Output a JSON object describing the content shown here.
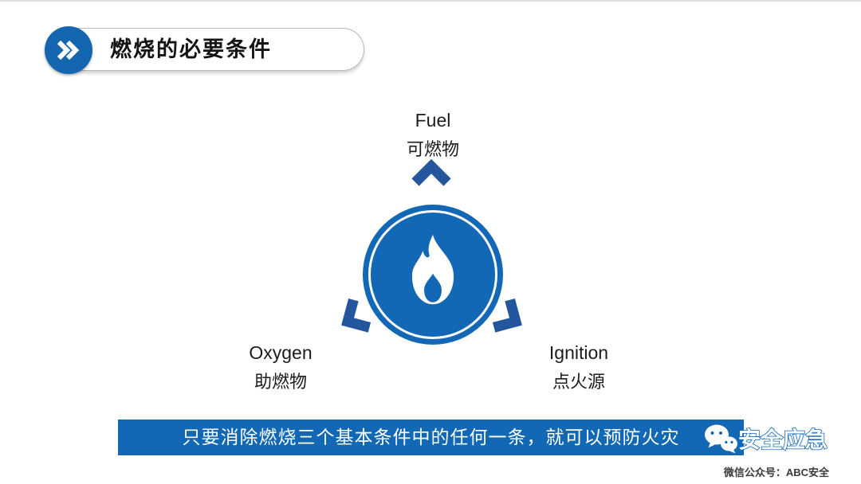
{
  "slide": {
    "header": {
      "title": "燃烧的必要条件"
    },
    "diagram": {
      "center_icon": "flame-icon",
      "nodes": [
        {
          "position": "top",
          "label_en": "Fuel",
          "label_zh": "可燃物"
        },
        {
          "position": "bottom-left",
          "label_en": "Oxygen",
          "label_zh": "助燃物"
        },
        {
          "position": "bottom-right",
          "label_en": "Ignition",
          "label_zh": "点火源"
        }
      ]
    },
    "banner": {
      "text": "只要消除燃烧三个基本条件中的任何一条，就可以预防火灾",
      "brand": "安全应急"
    },
    "footer": {
      "wechat_account": "微信公众号：ABC安全"
    },
    "colors": {
      "primary_blue": "#1268b4",
      "chevron_blue": "#24569e"
    }
  }
}
